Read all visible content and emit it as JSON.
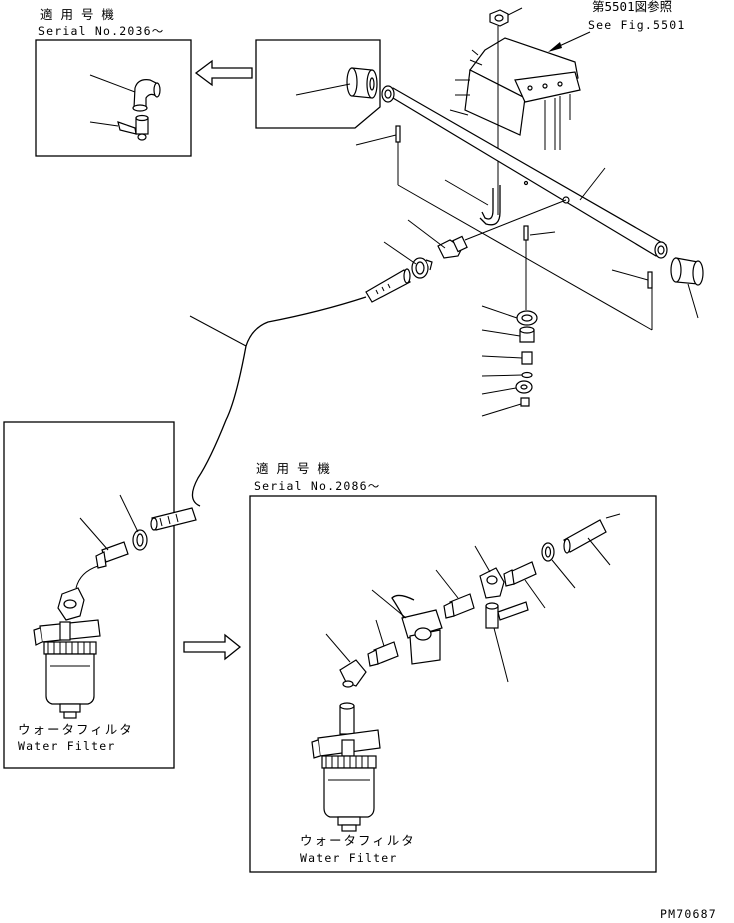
{
  "labels": {
    "inset_top_applicable": "適 用 号 機",
    "inset_top_serial": "Serial No.2036～",
    "see_fig_jp": "第5501図参照",
    "see_fig_en": "See Fig.5501",
    "inset_bottom_applicable": "適 用 号 機",
    "inset_bottom_serial": "Serial No.2086～",
    "water_filter_jp_left": "ウォータフィルタ",
    "water_filter_en_left": "Water Filter",
    "water_filter_jp_right": "ウォータフィルタ",
    "water_filter_en_right": "Water Filter",
    "drawing_number": "PM70687"
  }
}
